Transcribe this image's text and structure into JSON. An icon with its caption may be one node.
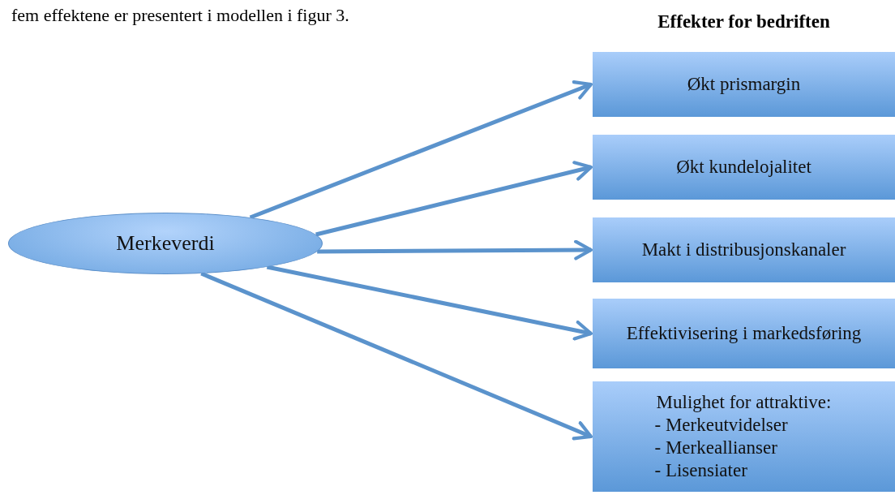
{
  "diagram": {
    "title": "Effekter for bedriften",
    "nodes": [
      {
        "text": [
          "Merkeverdi"
        ]
      },
      {
        "text": [
          "Økt prismargin"
        ]
      },
      {
        "text": [
          "Økt kundelojalitet"
        ]
      },
      {
        "text": [
          "Makt i distribusjonskanaler"
        ]
      },
      {
        "text": [
          "Effektivisering i markedsføring"
        ]
      },
      {
        "text": [
          "Mulighet for attraktive:",
          "- Merkeutvidelser",
          "- Merkeallianser",
          "- Lisensiater"
        ]
      }
    ],
    "edges": [
      {
        "from": 0,
        "to": 1,
        "arrow": "to"
      },
      {
        "from": 0,
        "to": 2,
        "arrow": "to"
      },
      {
        "from": 0,
        "to": 3,
        "arrow": "to"
      },
      {
        "from": 0,
        "to": 4,
        "arrow": "to"
      },
      {
        "from": 0,
        "to": 5,
        "arrow": "to"
      }
    ],
    "labels": [
      "fem effektene er presentert i modellen i figur 3."
    ]
  }
}
